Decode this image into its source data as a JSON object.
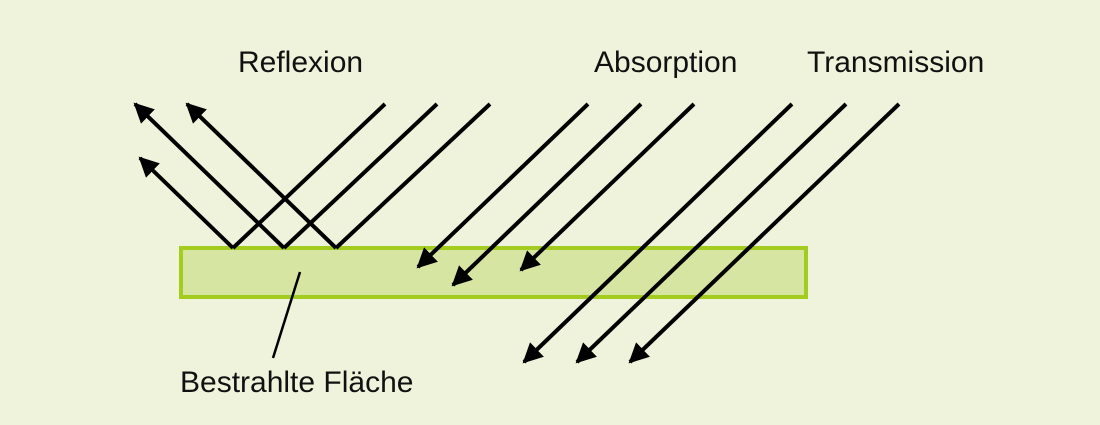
{
  "labels": {
    "reflexion": "Reflexion",
    "absorption": "Absorption",
    "transmission": "Transmission",
    "surface": "Bestrahlte Fläche"
  },
  "colors": {
    "background": "#f0f3dc",
    "surface_fill": "#d7e5a3",
    "surface_stroke": "#a4cc1f",
    "line": "#000000"
  }
}
